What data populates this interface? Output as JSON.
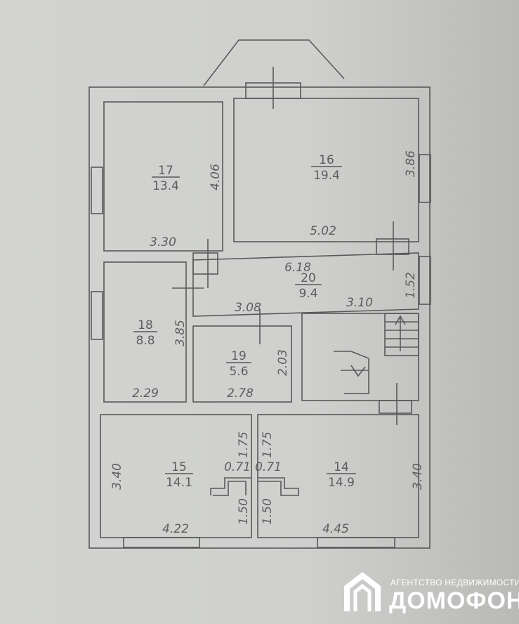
{
  "rooms": [
    {
      "id": "17",
      "area": "13.4"
    },
    {
      "id": "16",
      "area": "19.4"
    },
    {
      "id": "20",
      "area": "9.4"
    },
    {
      "id": "18",
      "area": "8.8"
    },
    {
      "id": "19",
      "area": "5.6"
    },
    {
      "id": "15",
      "area": "14.1"
    },
    {
      "id": "14",
      "area": "14.9"
    }
  ],
  "dims": {
    "r17_h": "4.06",
    "r17_w": "3.30",
    "r16_h": "3.86",
    "r16_w": "5.02",
    "r20_top": "6.18",
    "r20_h": "1.52",
    "r20_w1": "3.08",
    "r20_w2": "3.10",
    "r18_h": "3.85",
    "r18_w": "2.29",
    "r19_h": "2.03",
    "r19_w": "2.78",
    "r15_h": "3.40",
    "r15_w": "4.22",
    "r15_a": "1.75",
    "r15_b": "0.71",
    "r15_c": "1.50",
    "r14_h": "3.40",
    "r14_w": "4.45",
    "r14_a": "1.75",
    "r14_b": "0.71",
    "r14_c": "1.50"
  },
  "logo": {
    "subtitle": "АГЕНТСТВО НЕДВИЖИМОСТИ",
    "name": "ДОМОФОН"
  }
}
